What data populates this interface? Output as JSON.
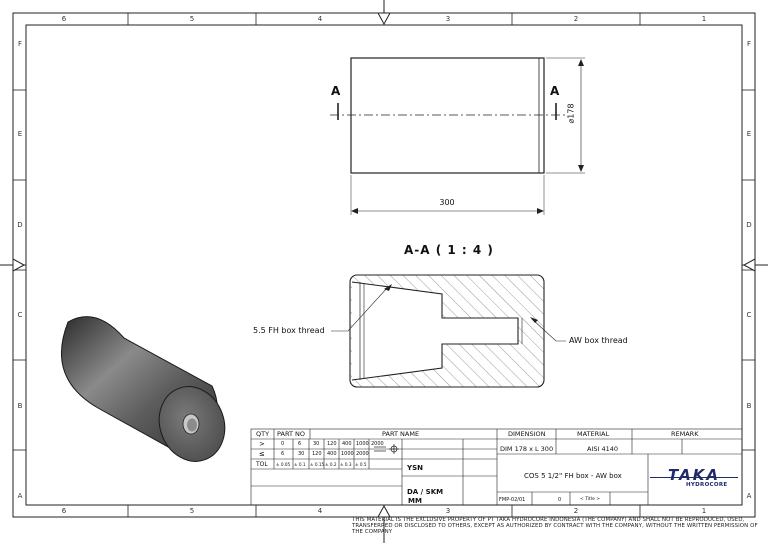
{
  "zones": {
    "columns": [
      "6",
      "5",
      "4",
      "3",
      "2",
      "1"
    ],
    "rows": [
      "F",
      "E",
      "D",
      "C",
      "B",
      "A"
    ]
  },
  "drawing": {
    "section_marker": "A",
    "diameter_label": "⌀178",
    "length_label": "300",
    "section_title": "A-A ( 1 : 4 )",
    "callout_left": "5.5 FH box thread",
    "callout_right": "AW box thread"
  },
  "title_block": {
    "headers": {
      "qty": "QTY",
      "part_no": "PART NO",
      "part_name": "PART NAME",
      "dimension": "DIMENSION",
      "material": "MATERIAL",
      "remark": "REMARK"
    },
    "tolerance_table": {
      "row1": {
        "label": ">",
        "values": [
          "0",
          "6",
          "30",
          "120",
          "400",
          "1000",
          "2000"
        ]
      },
      "row2": {
        "label": "≤",
        "values": [
          "6",
          "30",
          "120",
          "400",
          "1000",
          "2000"
        ]
      },
      "row3": {
        "label": "TOL",
        "values": [
          "± 0.05",
          "± 0.1",
          "± 0.15",
          "± 0.2",
          "± 0.3",
          "± 0.5"
        ]
      }
    },
    "dimension_value": "DIM 178 x L 300",
    "material_value": "AISI 4140",
    "drawn_by": "YSN",
    "checked_by": "DA / SKM",
    "units": "MM",
    "description": "COS 5 1/2\" FH box - AW box",
    "drawing_no": "FMP-02/01",
    "sheet": "0",
    "revision": "< Title >",
    "logo_text": "TAKA",
    "logo_sub": "HYDROCORE"
  },
  "legal_notice": "THIS MATERIAL IS THE EXCLUSIVE PROPERTY OF PT TAKA HYDROCORE INDONESIA (THE COMPANY) AND SHALL NOT BE REPRODUCED, USED, TRANSFERRED OR DISCLOSED TO OTHERS, EXCEPT AS AUTHORIZED BY CONTRACT WITH THE COMPANY, WITHOUT THE WRITTEN PERMISSION OF THE COMPANY"
}
